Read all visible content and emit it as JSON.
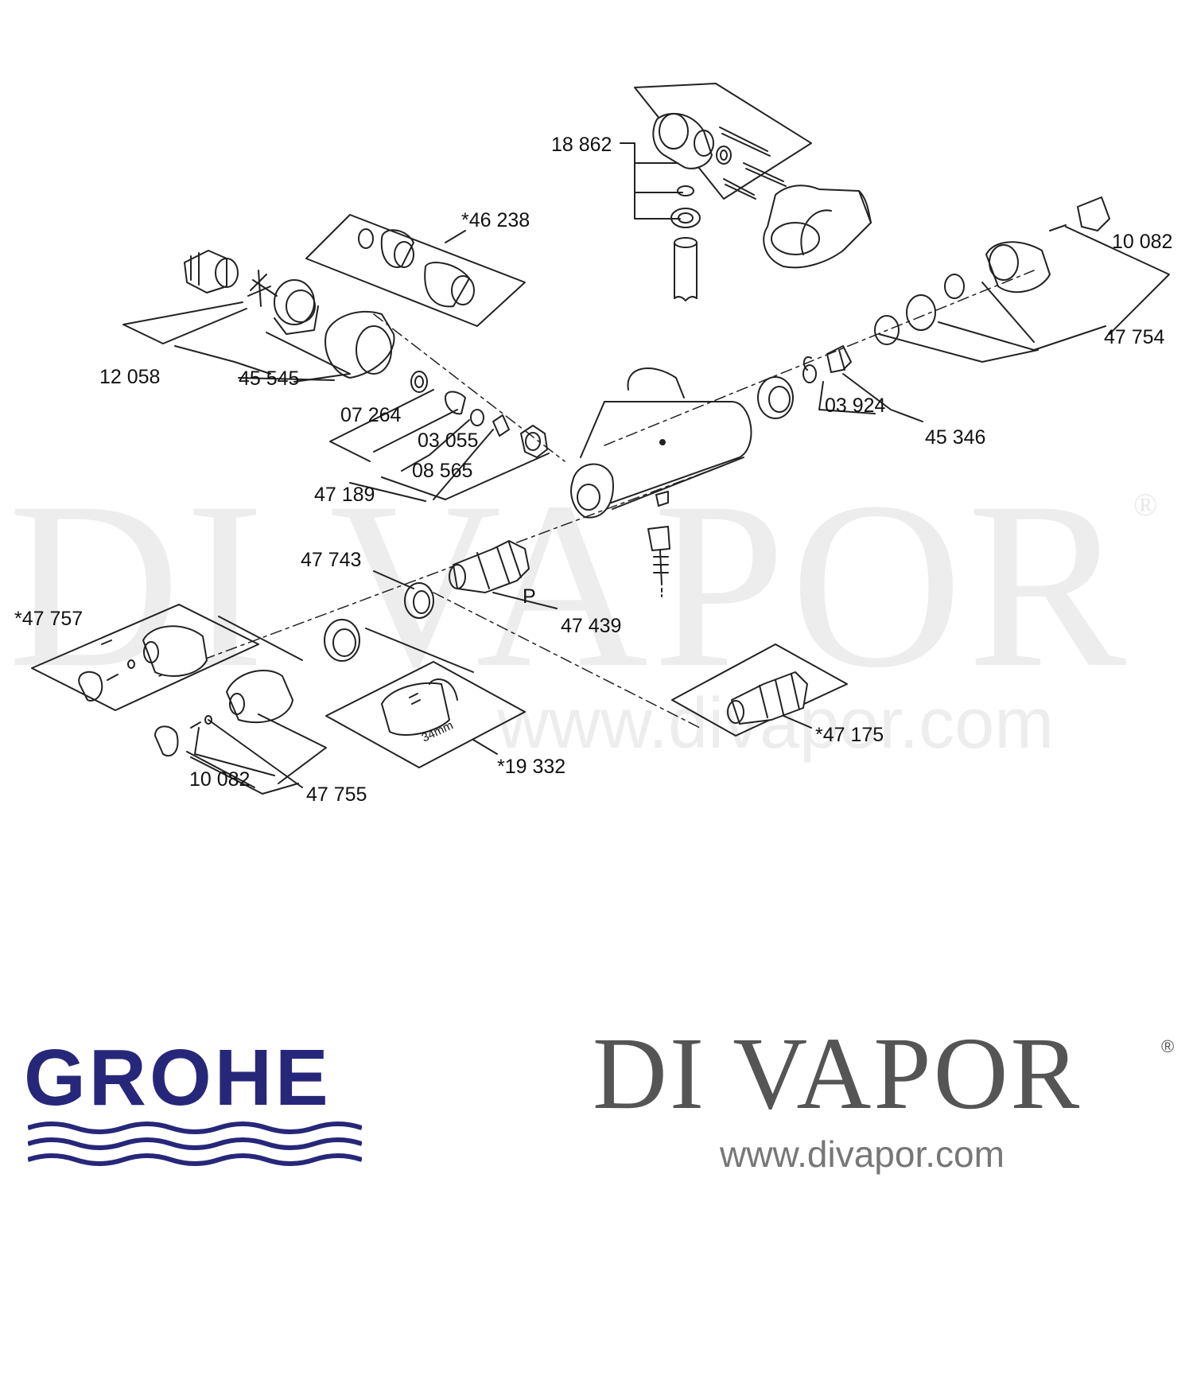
{
  "watermark": {
    "brand": "DI VAPOR",
    "registered": "®",
    "url": "www.divapor.com"
  },
  "parts": {
    "p18862": "18 862",
    "p46238": "*46 238",
    "p10082_top": "10 082",
    "p12058": "12 058",
    "p45545": "45 545",
    "p47754": "47 754",
    "p07264": "07 264",
    "p03924": "03 924",
    "p03055": "03 055",
    "p45346": "45 346",
    "p08565": "08 565",
    "p47189": "47 189",
    "p47743": "47 743",
    "pP": "P",
    "p47757": "*47 757",
    "p47439": "47 439",
    "p47175": "*47 175",
    "p19332": "*19 332",
    "p10082_bottom": "10 082",
    "p47755": "47 755",
    "dim34": "34mm"
  },
  "footer": {
    "grohe_logo": "GROHE",
    "divapor_logo": "DI VAPOR",
    "divapor_reg": "®",
    "divapor_url": "www.divapor.com"
  },
  "colors": {
    "grohe_blue": "#27277a",
    "divapor_gray": "#555555",
    "line": "#222222"
  }
}
